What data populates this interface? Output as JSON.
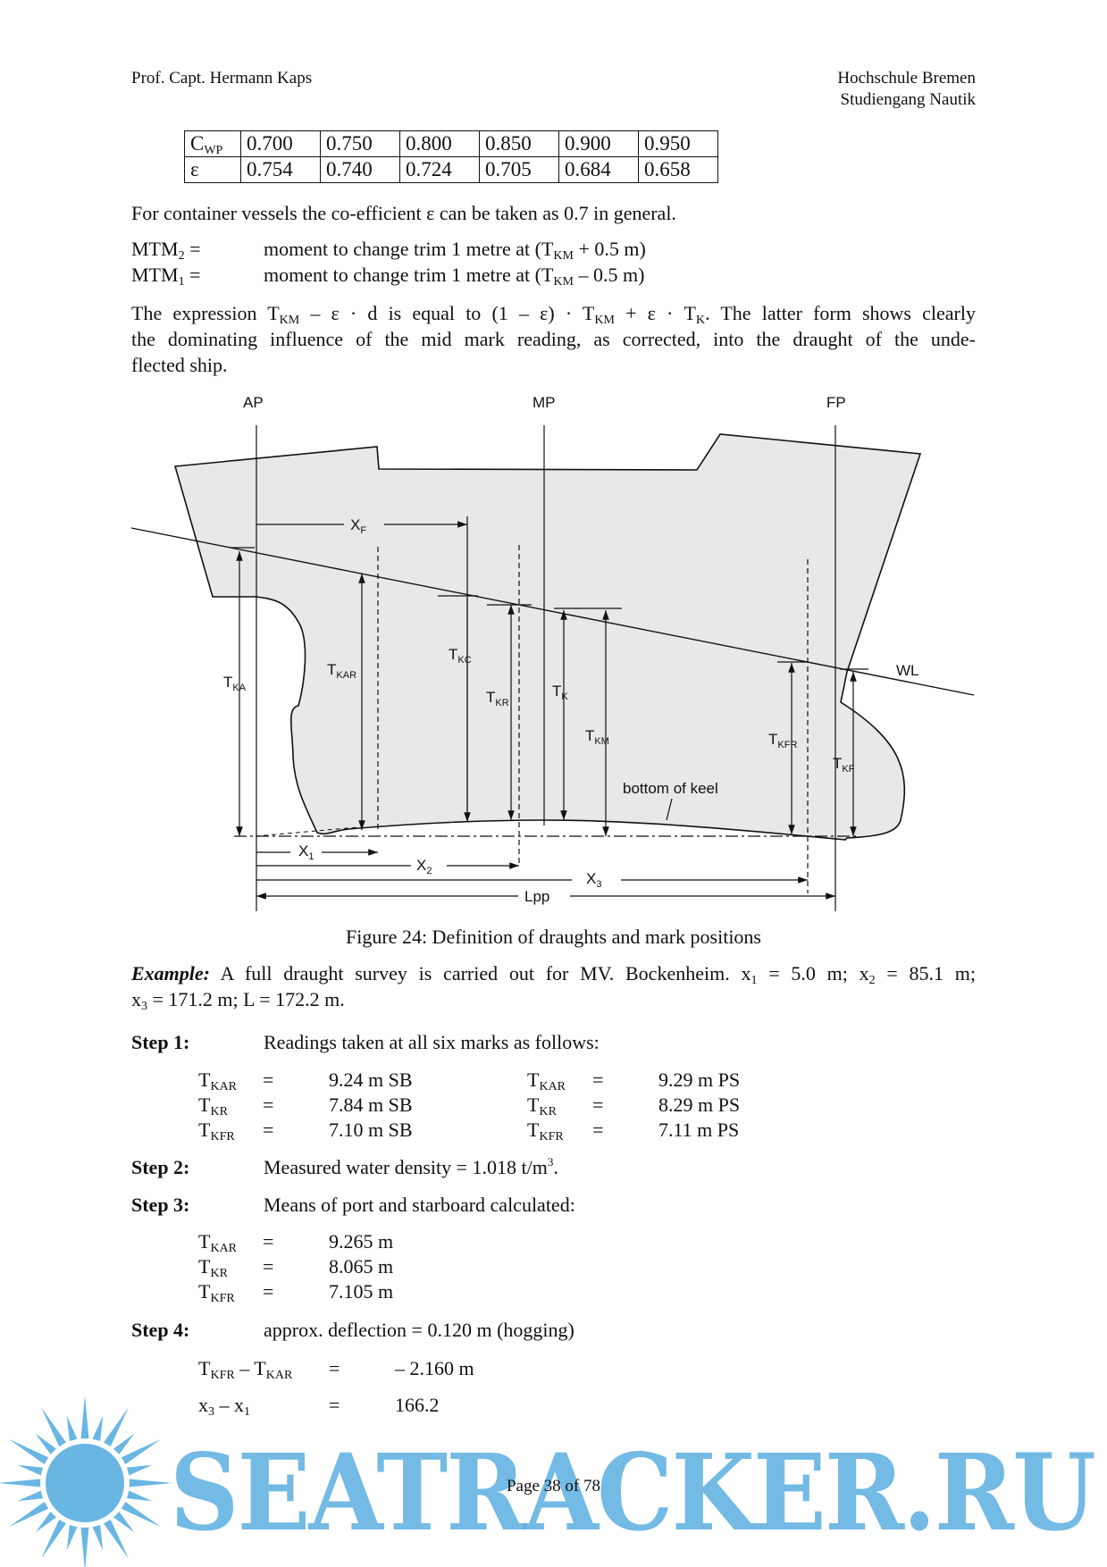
{
  "header": {
    "author": "Prof. Capt. Hermann Kaps",
    "institution": "Hochschule Bremen",
    "department": "Studiengang Nautik"
  },
  "table": {
    "row1_label": "C",
    "row1_label_sub": "WP",
    "row1": [
      "0.700",
      "0.750",
      "0.800",
      "0.850",
      "0.900",
      "0.950"
    ],
    "row2_label": "ε",
    "row2": [
      "0.754",
      "0.740",
      "0.724",
      "0.705",
      "0.684",
      "0.658"
    ]
  },
  "para_container": "For container vessels the co-efficient ε can be taken as 0.7 in general.",
  "mtm": {
    "m2_label": "MTM",
    "m2_sub": "2",
    "m2_eq": " =",
    "m2_def_a": "moment to change trim 1 metre at (T",
    "m2_def_sub": "KM",
    "m2_def_b": " + 0.5 m)",
    "m1_label": "MTM",
    "m1_sub": "1",
    "m1_eq": " =",
    "m1_def_a": "moment to change trim 1 metre at (T",
    "m1_def_sub": "KM",
    "m1_def_b": " – 0.5 m)"
  },
  "expression": {
    "p1": "The expression T",
    "s1": "KM",
    "p2": " – ε · d is equal to (1 – ε) · T",
    "s2": "KM",
    "p3": "  +  ε · T",
    "s3": "K",
    "p4": ". The latter form shows clearly",
    "line2": "the dominating influence of the mid mark reading, as corrected, into the draught of the unde-",
    "line3": "flected ship."
  },
  "figure": {
    "ap": "AP",
    "mp": "MP",
    "fp": "FP",
    "wl": "WL",
    "xf": "X",
    "xf_sub": "F",
    "tka": "T",
    "tka_sub": "KA",
    "tkar": "T",
    "tkar_sub": "KAR",
    "tkc": "T",
    "tkc_sub": "KC",
    "tkr": "T",
    "tkr_sub": "KR",
    "tk": "T",
    "tk_sub": "K",
    "tkm": "T",
    "tkm_sub": "KM",
    "tkfr": "T",
    "tkfr_sub": "KFR",
    "tkf": "T",
    "tkf_sub": "KF",
    "keel": "bottom of keel",
    "x1": "X",
    "x1_sub": "1",
    "x2": "X",
    "x2_sub": "2",
    "x3": "X",
    "x3_sub": "3",
    "lpp": "Lpp",
    "caption": "Figure 24: Definition of draughts and mark positions"
  },
  "example": {
    "label": "Example:",
    "text_a": " A full draught survey is carried out for MV. Bockenheim. x",
    "s1": "1",
    "text_b": " = 5.0 m; x",
    "s2": "2",
    "text_c": " = 85.1 m;",
    "line2_a": "x",
    "s3": "3",
    "line2_b": " = 171.2 m; L = 172.2 m."
  },
  "step1": {
    "label": "Step 1:",
    "text": "Readings taken at all six marks as follows:",
    "rows": [
      {
        "t": "T",
        "sub": "KAR",
        "eq": "=",
        "sb": "9.24 m SB",
        "t2": "T",
        "sub2": "KAR",
        "eq2": "=",
        "ps": "9.29 m PS"
      },
      {
        "t": "T",
        "sub": "KR",
        "eq": "=",
        "sb": "7.84 m SB",
        "t2": "T",
        "sub2": "KR",
        "eq2": "=",
        "ps": "8.29 m PS"
      },
      {
        "t": "T",
        "sub": "KFR",
        "eq": "=",
        "sb": "7.10 m SB",
        "t2": "T",
        "sub2": "KFR",
        "eq2": "=",
        "ps": "7.11 m PS"
      }
    ]
  },
  "step2": {
    "label": "Step 2:",
    "text": "Measured water density  =  1.018 t/m",
    "sup": "3",
    "end": "."
  },
  "step3": {
    "label": "Step 3:",
    "text": "Means of port and starboard calculated:",
    "rows": [
      {
        "t": "T",
        "sub": "KAR",
        "eq": "=",
        "val": "9.265 m"
      },
      {
        "t": "T",
        "sub": "KR",
        "eq": "=",
        "val": "8.065 m"
      },
      {
        "t": "T",
        "sub": "KFR",
        "eq": "=",
        "val": "7.105 m"
      }
    ]
  },
  "step4": {
    "label": "Step 4:",
    "text": "approx. deflection  =  0.120 m (hogging)",
    "r1_t": "T",
    "r1_s": "KFR",
    "r1_m": " – T",
    "r1_s2": "KAR",
    "r1_eq": "=",
    "r1_val": "– 2.160 m",
    "r2_a": "x",
    "r2_s": "3",
    "r2_m": " – x",
    "r2_s2": "1",
    "r2_eq": "=",
    "r2_val": "166.2"
  },
  "footer": {
    "page": "Page 38 of 78",
    "watermark": "SEATRACKER.RU"
  },
  "colors": {
    "hull_fill": "#e8e8e8",
    "watermark": "#5aaee0"
  }
}
